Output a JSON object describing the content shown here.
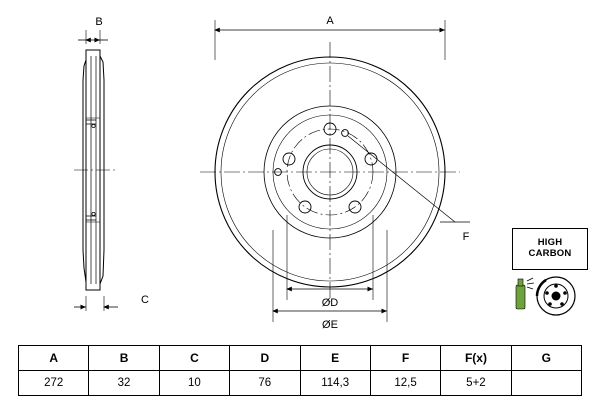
{
  "diagram": {
    "title": "brake-disc-technical-drawing",
    "dimension_labels": {
      "A": "A",
      "B": "B",
      "C": "C",
      "F": "F",
      "OD": "ØD",
      "OE": "ØE"
    },
    "badge": {
      "line1": "HIGH",
      "line2": "CARBON"
    }
  },
  "table": {
    "headers": [
      "A",
      "B",
      "C",
      "D",
      "E",
      "F",
      "F(x)",
      "G"
    ],
    "values": [
      "272",
      "32",
      "10",
      "76",
      "114,3",
      "12,5",
      "5+2",
      ""
    ]
  },
  "colors": {
    "line": "#000000",
    "hatch": "#000000",
    "badge_green": "#6ea23c"
  }
}
